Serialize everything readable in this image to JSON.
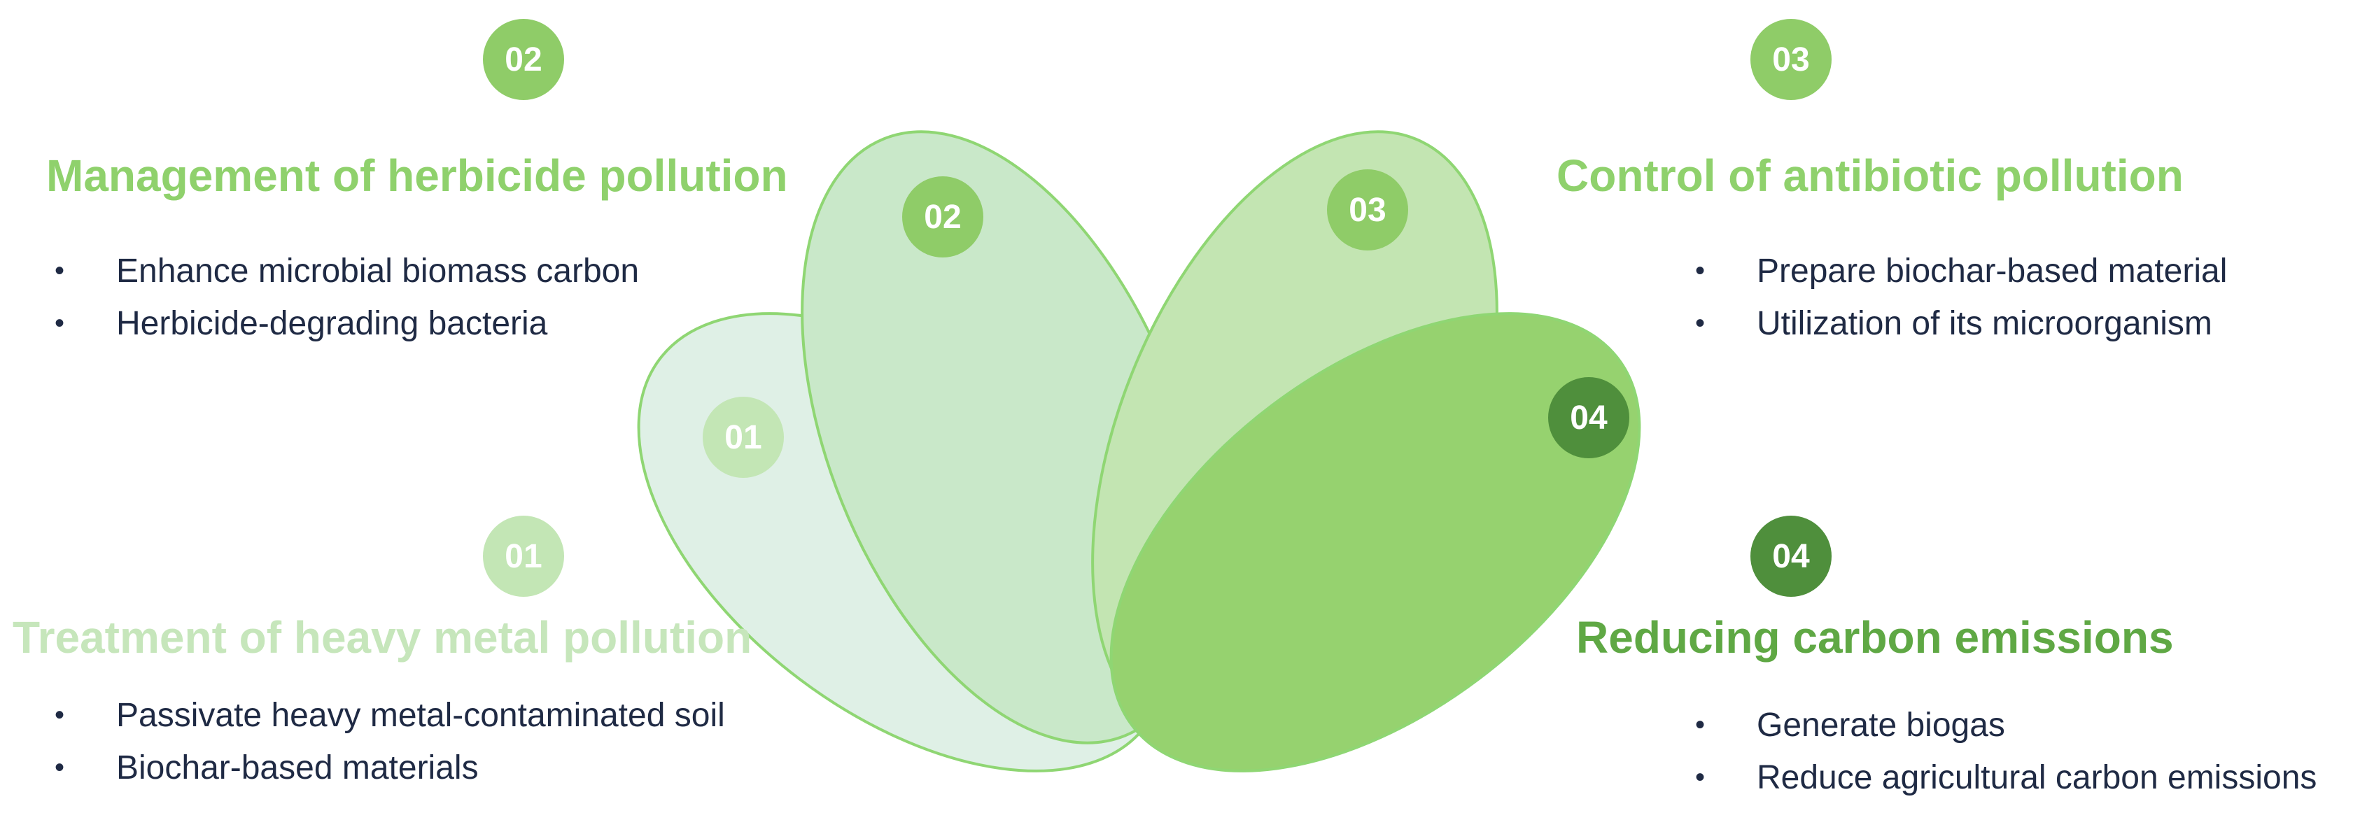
{
  "colors": {
    "petal_01": "#dff0e6",
    "petal_02": "#c9e8c9",
    "petal_03": "#c3e5b2",
    "petal_04": "#96d26f",
    "petal_stroke": "#8fd673",
    "badge_01": "#c3e6b5",
    "badge_02": "#8fcc68",
    "badge_03": "#8fcc68",
    "badge_04": "#4f8f3c",
    "title_01": "#c6e6bb",
    "title_02": "#8fd16c",
    "title_03": "#8fd16c",
    "title_04": "#5fa844",
    "text": "#1f2a44"
  },
  "petals": [
    {
      "id": "01",
      "badge": "01"
    },
    {
      "id": "02",
      "badge": "02"
    },
    {
      "id": "03",
      "badge": "03"
    },
    {
      "id": "04",
      "badge": "04"
    }
  ],
  "panels": {
    "p02": {
      "badge": "02",
      "title": "Management of herbicide pollution",
      "bullets": [
        "Enhance microbial biomass carbon",
        "Herbicide-degrading bacteria"
      ]
    },
    "p03": {
      "badge": "03",
      "title": "Control of antibiotic pollution",
      "bullets": [
        "Prepare biochar-based material",
        "Utilization of its microorganism"
      ]
    },
    "p01": {
      "badge": "01",
      "title": "Treatment of heavy metal pollution",
      "bullets": [
        "Passivate heavy metal-contaminated soil",
        "Biochar-based materials"
      ]
    },
    "p04": {
      "badge": "04",
      "title": "Reducing carbon emissions",
      "bullets": [
        "Generate biogas",
        "Reduce agricultural carbon emissions"
      ]
    }
  }
}
